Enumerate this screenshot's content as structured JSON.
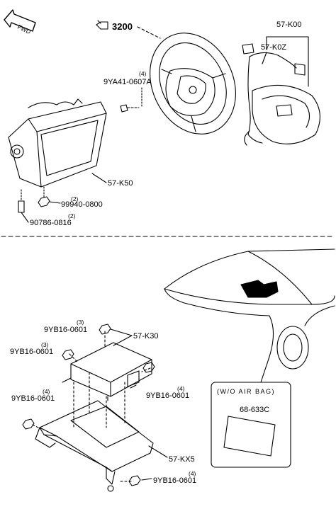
{
  "direction_badge": {
    "text": "FWD"
  },
  "top_section": {
    "callout_ref": "3200",
    "labels": {
      "steering_assembly": "57-K00",
      "driver_airbag": "57-K0Z",
      "passenger_airbag": "57-K50",
      "nut_pass": "99940-0800",
      "nut_pass_qty": "(2)",
      "bolt_pass": "90786-0816",
      "bolt_pass_qty": "(2)",
      "bolt_wheel": "9YA41-0607A",
      "bolt_wheel_qty": "(4)"
    }
  },
  "bottom_section": {
    "labels": {
      "sensor_module": "57-K30",
      "bracket": "57-KX5",
      "nut_top": "9YB16-0601",
      "nut_top_qty": "(3)",
      "nut_left": "9YB16-0601",
      "nut_left_qty": "(3)",
      "nut_right": "9YB16-0601",
      "nut_right_qty": "(4)",
      "nut_bottom_left": "9YB16-0601",
      "nut_bottom_left_qty": "(4)",
      "nut_bottom": "9YB16-0601",
      "nut_bottom_qty": "(4)"
    },
    "wo_airbag_box": {
      "title": "(W/O AIR BAG)",
      "part": "68-633C"
    }
  }
}
